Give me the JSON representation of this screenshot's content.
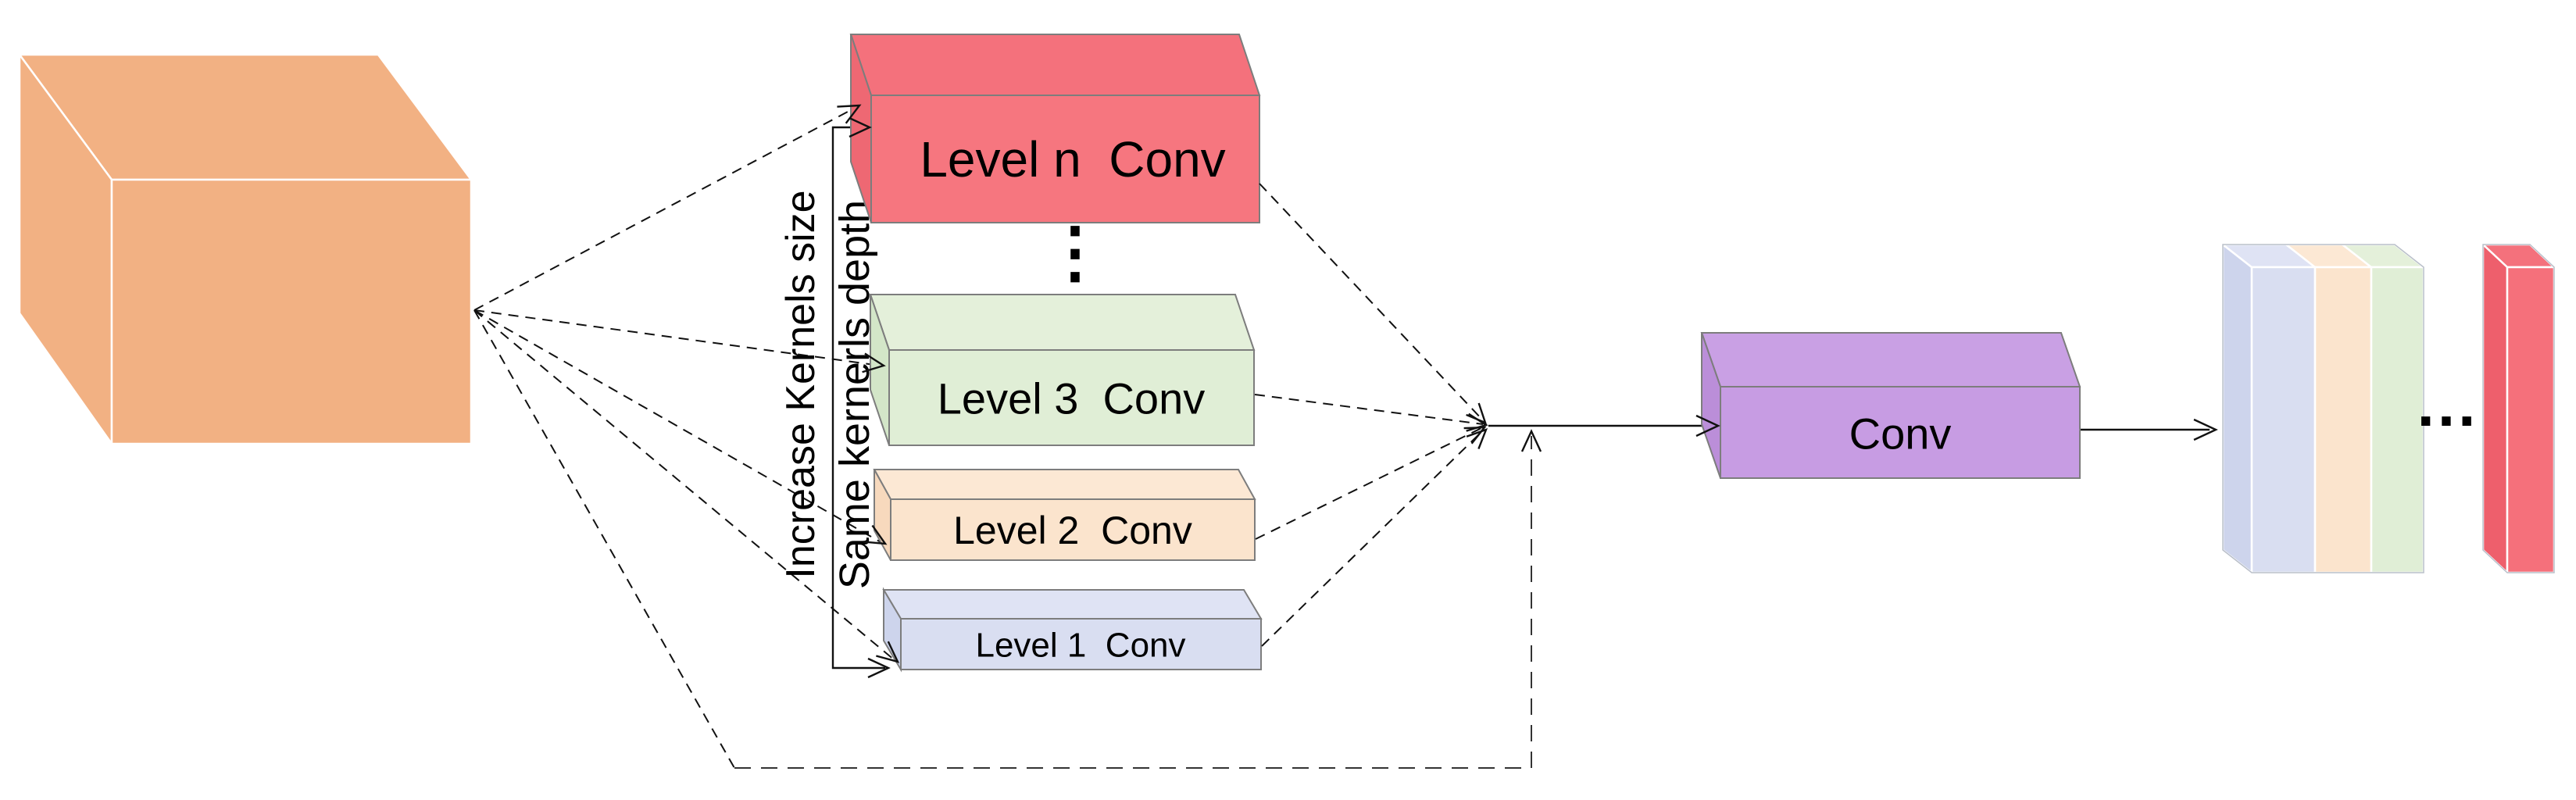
{
  "figure": {
    "type": "multi-level-convolution-architecture-diagram",
    "labels": {
      "increase_kernels": "Increase Kernels size",
      "same_kernels": "Same kernerls depth",
      "vertical_ellipsis": "⋮",
      "horizontal_ellipsis": "..."
    },
    "input_block": {
      "color": "#f2b183"
    },
    "level_boxes": [
      {
        "label": "Level n  Conv",
        "color": "#f6767f",
        "top": "#f4717c",
        "side": "#ee6873"
      },
      {
        "label": "Level 3  Conv",
        "color": "#e0eed6",
        "top": "#e4f0da",
        "side": "#d3e6c8"
      },
      {
        "label": "Level 2  Conv",
        "color": "#fbe4cd",
        "top": "#fce8d4",
        "side": "#f7d9bd"
      },
      {
        "label": "Level 1  Conv",
        "color": "#d9def1",
        "top": "#dfe3f4",
        "side": "#cdd4ec"
      }
    ],
    "conv_box": {
      "label": "Conv",
      "color": "#c79ce3",
      "top": "#c9a0e4",
      "side": "#bb8ed9"
    },
    "output_stack": {
      "slab_colors": [
        "#d9def1",
        "#fbe4cd",
        "#e0eed6"
      ],
      "side_color": "#cdd4ec"
    },
    "final_slab": {
      "color": "#f5707b",
      "side": "#ee5f6c",
      "top": "#f4717c"
    }
  }
}
